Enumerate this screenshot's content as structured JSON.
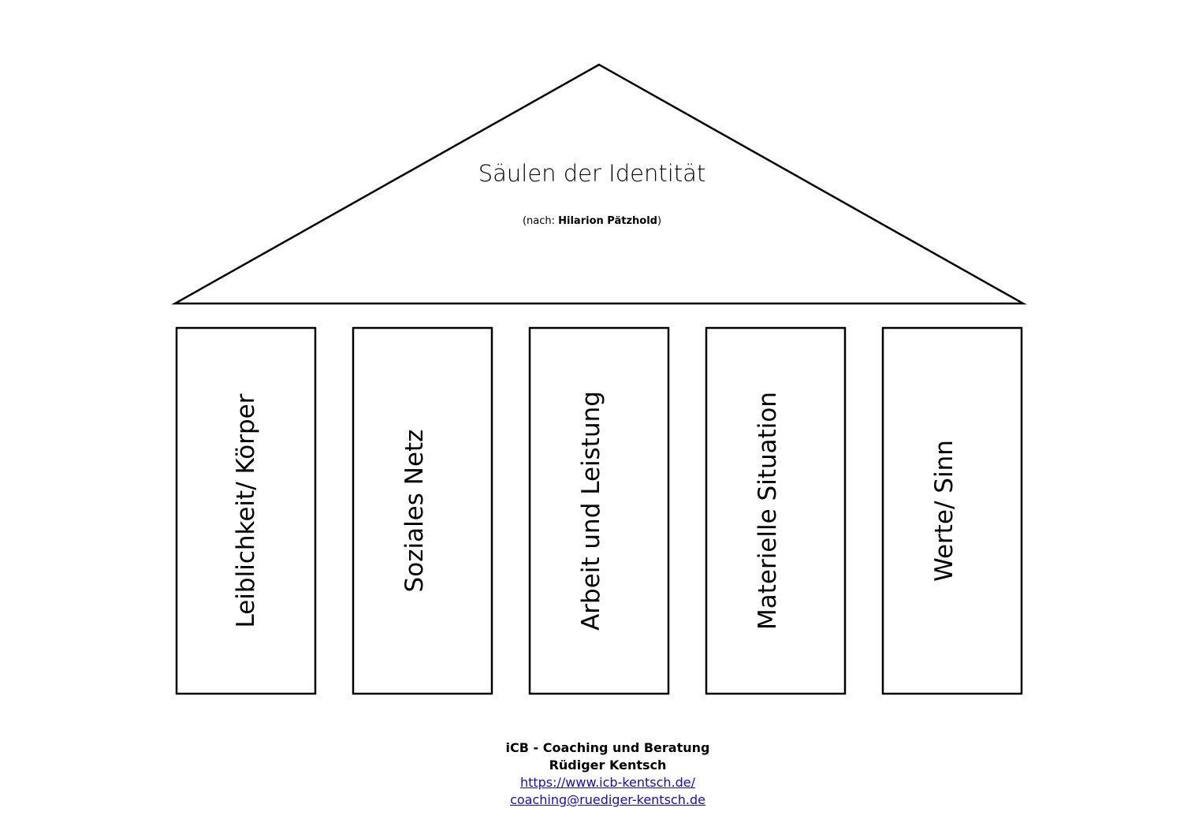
{
  "roof": {
    "title": "Säulen der Identität",
    "subtitle_prefix": "(nach: ",
    "subtitle_author": "Hilarion Pätzhold",
    "subtitle_suffix": ")"
  },
  "pillars": [
    {
      "label": "Leiblichkeit/ Körper"
    },
    {
      "label": "Soziales Netz"
    },
    {
      "label": "Arbeit und Leistung"
    },
    {
      "label": "Materielle Situation"
    },
    {
      "label": "Werte/ Sinn"
    }
  ],
  "footer": {
    "organization": "iCB - Coaching und Beratung",
    "person": "Rüdiger Kentsch",
    "website": "https://www.icb-kentsch.de/",
    "email": "coaching@ruediger-kentsch.de"
  },
  "colors": {
    "stroke": "#000000",
    "link": "#1a0dab"
  }
}
